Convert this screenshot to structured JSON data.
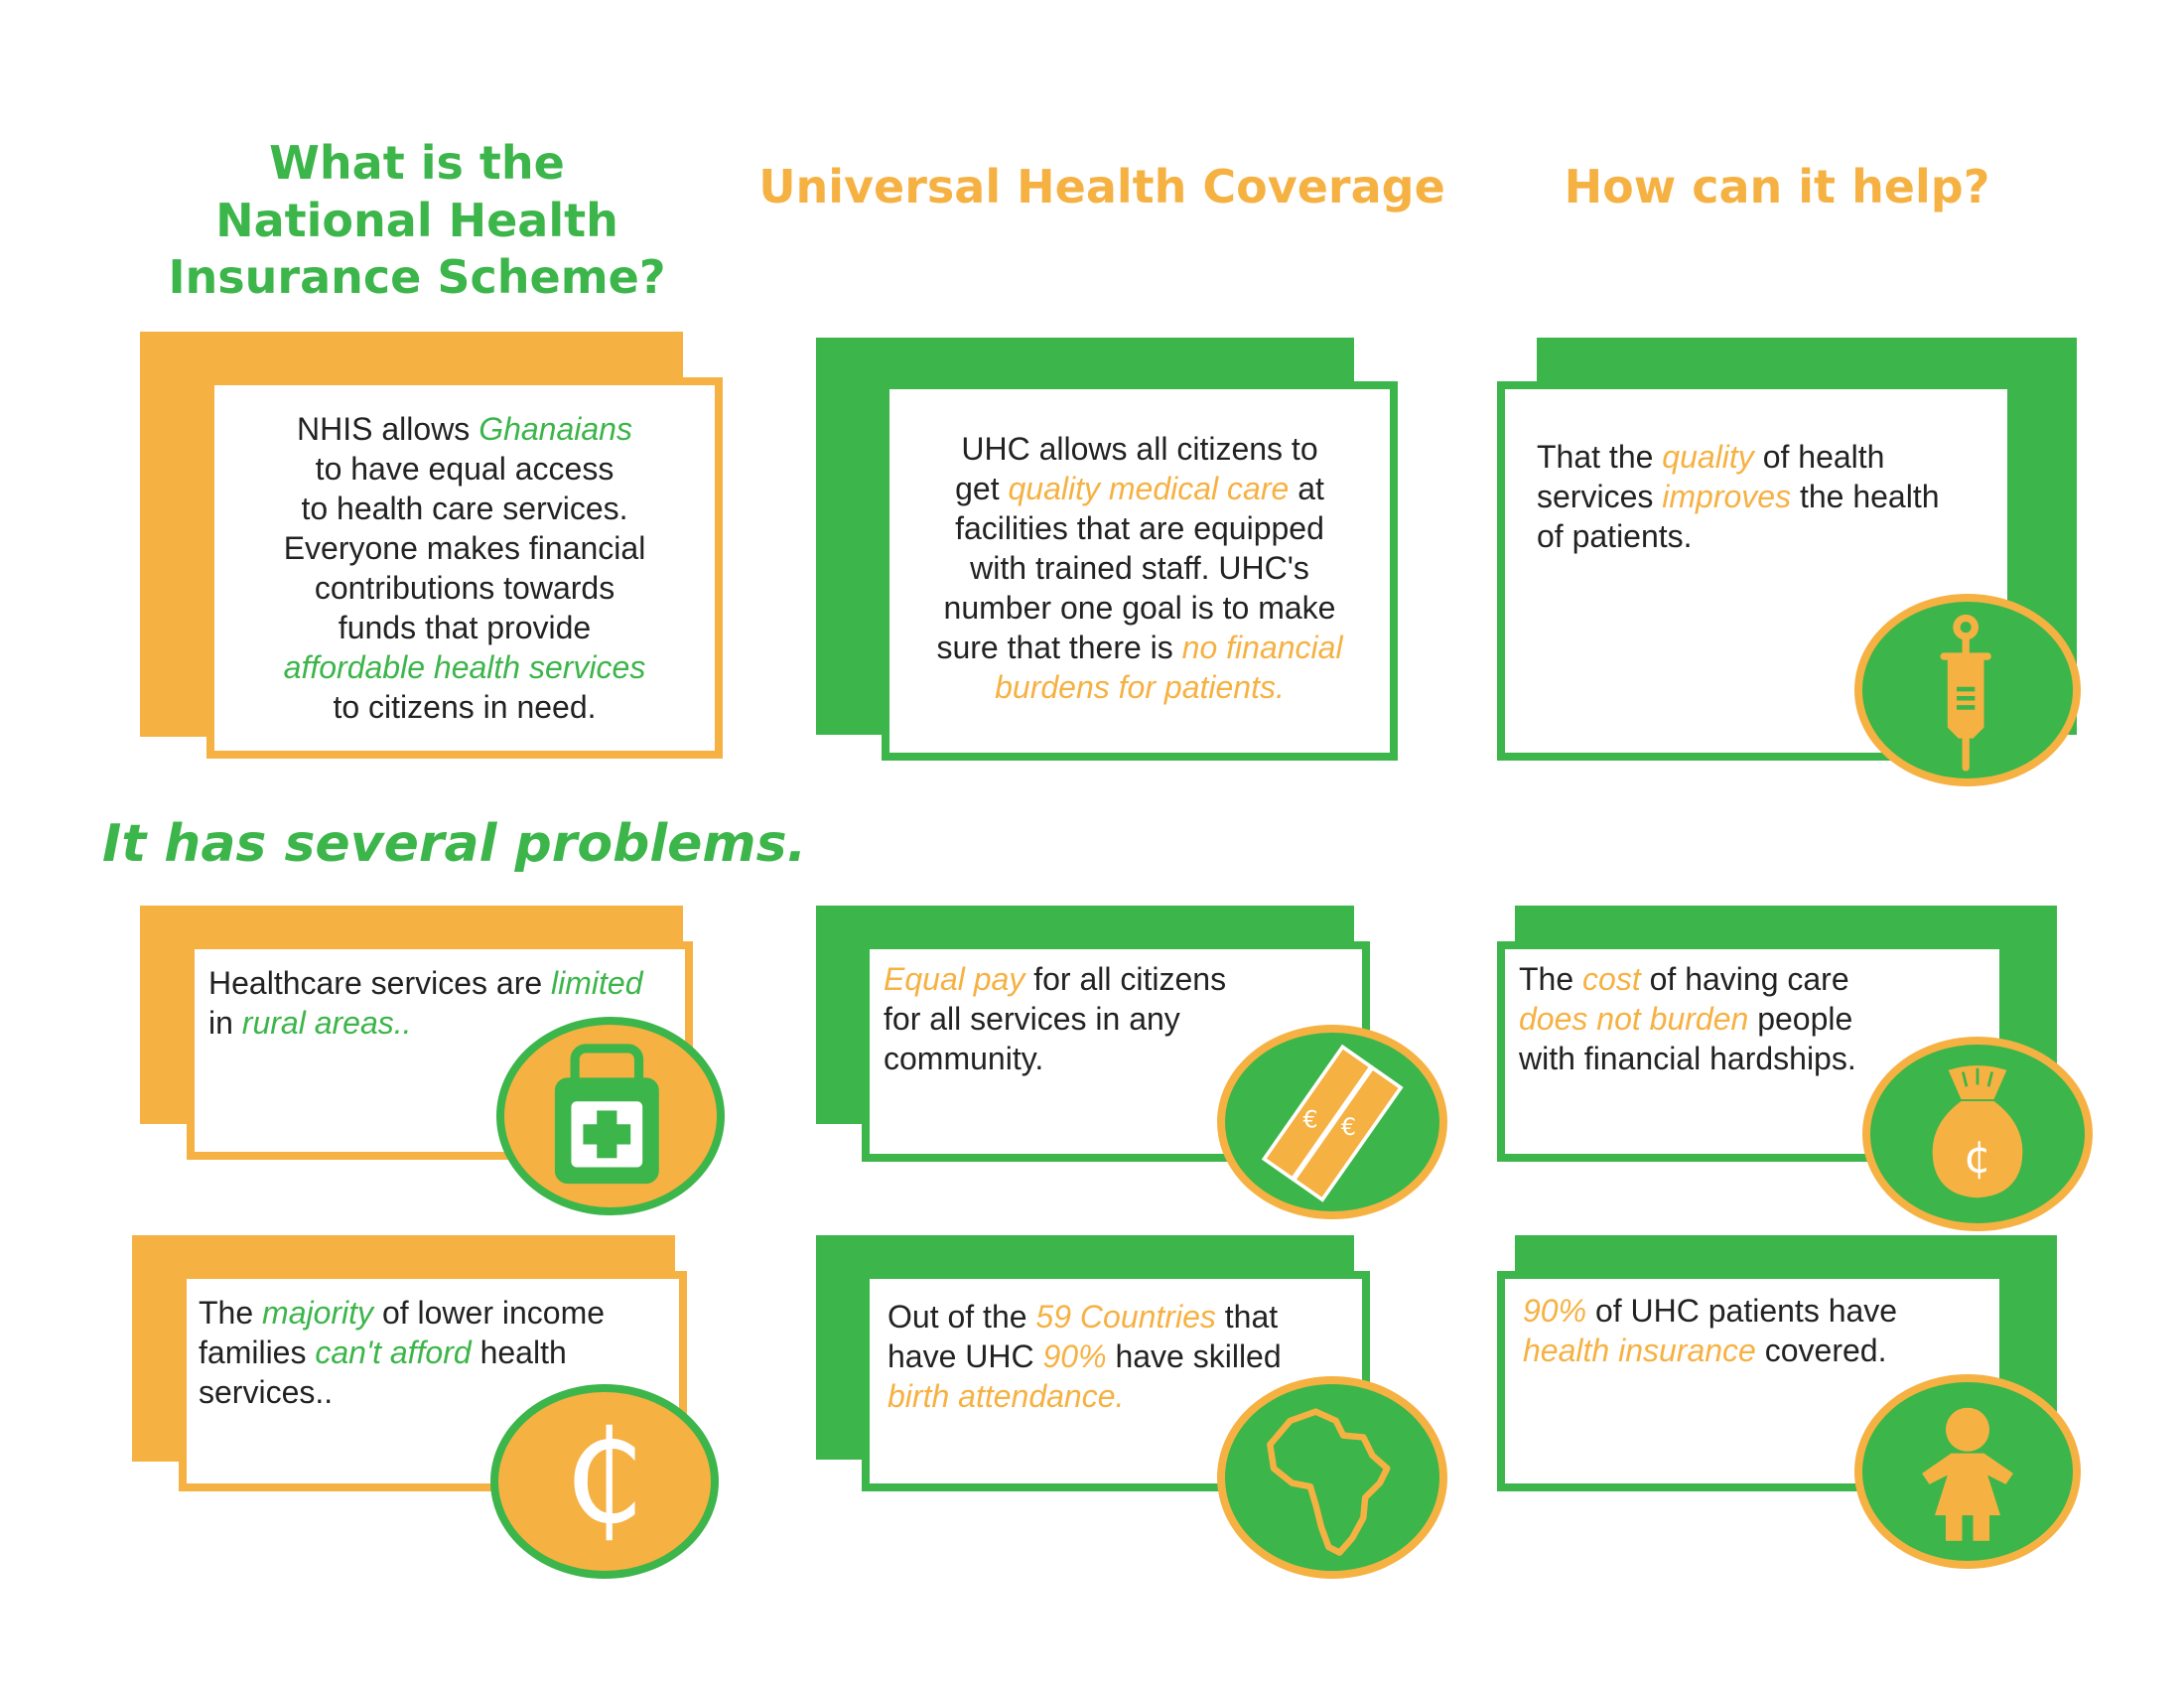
{
  "headings": {
    "nhis_line1": "What is the",
    "nhis_line2": "National Health",
    "nhis_line3": "Insurance Scheme?",
    "uhc": "Universal Health Coverage",
    "help": "How can it help?"
  },
  "problems_heading": "It has several problems.",
  "colors": {
    "green": "#3cb54a",
    "orange": "#f6b143"
  },
  "nhis_card": {
    "t1": "NHIS allows ",
    "h1": "Ghanaians",
    "t2": "to have equal access",
    "t3": "to health care services.",
    "t4": "Everyone makes financial",
    "t5": "contributions towards",
    "t6": "funds that provide",
    "h2": "affordable health services",
    "t7": "to citizens in need."
  },
  "uhc_card": {
    "t1": "UHC allows all citizens to",
    "t2": "get ",
    "h1": "quality medical care",
    "t3": " at",
    "t4": "facilities that are equipped",
    "t5": "with trained staff. UHC's",
    "t6": "number one goal is to make",
    "t7": "sure that there is ",
    "h2": "no financial",
    "h3": "burdens for patients."
  },
  "help_card": {
    "t1": "That the ",
    "h1": "quality",
    "t2": " of health",
    "t3": "services ",
    "h2": "improves",
    "t4": " the health",
    "t5": "of patients.",
    "icon": "syringe-icon"
  },
  "problem_rural": {
    "t1": "Healthcare services are ",
    "h1": "limited",
    "t2": "in ",
    "h2": "rural areas..",
    "icon": "first-aid-kit-icon"
  },
  "problem_afford": {
    "t1": "The  ",
    "h1": "majority",
    "t2": " of lower income",
    "t3": "families ",
    "h2": "can't afford",
    "t4": " health",
    "t5": "services..",
    "icon": "cedi-coin-icon",
    "symbol": "₵"
  },
  "uhc_pay": {
    "h1": "Equal pay",
    "t1": " for all citizens",
    "t2": "for all services in any",
    "t3": "community.",
    "icon": "banknotes-icon",
    "note_symbol": "€"
  },
  "uhc_countries": {
    "t1": "Out of the ",
    "h1": "59 Countries",
    "t2": " that",
    "t3": "have UHC ",
    "h2": "90%",
    "t4": " have skilled",
    "h3": "birth attendance.",
    "icon": "africa-map-icon"
  },
  "help_cost": {
    "t1": "The ",
    "h1": "cost",
    "t2": " of having care",
    "h2": "does not burden",
    "t3": " people",
    "t4": "with financial hardships.",
    "icon": "money-bag-icon",
    "symbol": "¢"
  },
  "help_insurance": {
    "h1": "90%",
    "t1": " of UHC patients have",
    "h2": "health insurance",
    "t2": " covered.",
    "icon": "person-icon"
  }
}
